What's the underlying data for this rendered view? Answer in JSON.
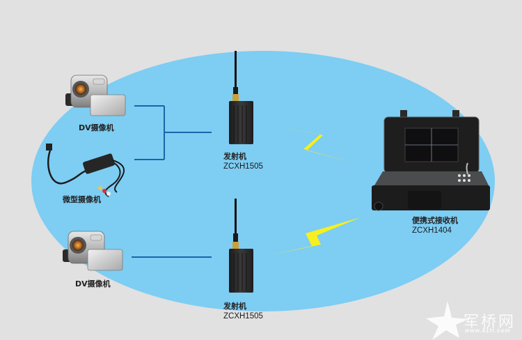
{
  "diagram": {
    "colors": {
      "background": "#e1e1e1",
      "coverage_area": "#7ecdf3",
      "connector_line": "#1a64a8",
      "signal_bolt": "#f7f01c",
      "device_dark": "#2a2a2a",
      "watermark": "#ffffff"
    },
    "sources": [
      {
        "id": "dv1",
        "name": "DV摄像机",
        "icon": "camcorder-icon"
      },
      {
        "id": "micro",
        "name": "微型摄像机",
        "icon": "micro-camera-icon"
      },
      {
        "id": "dv2",
        "name": "DV摄像机",
        "icon": "camcorder-icon"
      }
    ],
    "transmitters": [
      {
        "id": "tx1",
        "name": "发射机",
        "model": "ZCXH1505",
        "icon": "transmitter-icon"
      },
      {
        "id": "tx2",
        "name": "发射机",
        "model": "ZCXH1505",
        "icon": "transmitter-icon"
      }
    ],
    "receiver": {
      "name": "便携式接收机",
      "model": "ZCXH1404",
      "icon": "portable-receiver-case-icon"
    },
    "links": [
      {
        "from": "dv1",
        "to": "tx1",
        "type": "cable"
      },
      {
        "from": "micro",
        "to": "tx1",
        "type": "cable"
      },
      {
        "from": "dv2",
        "to": "tx2",
        "type": "cable"
      },
      {
        "from": "tx1",
        "to": "receiver",
        "type": "wireless"
      },
      {
        "from": "tx2",
        "to": "receiver",
        "type": "wireless"
      }
    ]
  },
  "watermark": {
    "brand": "军桥网",
    "url": "www.81tt.com",
    "icon": "star-logo-icon"
  }
}
